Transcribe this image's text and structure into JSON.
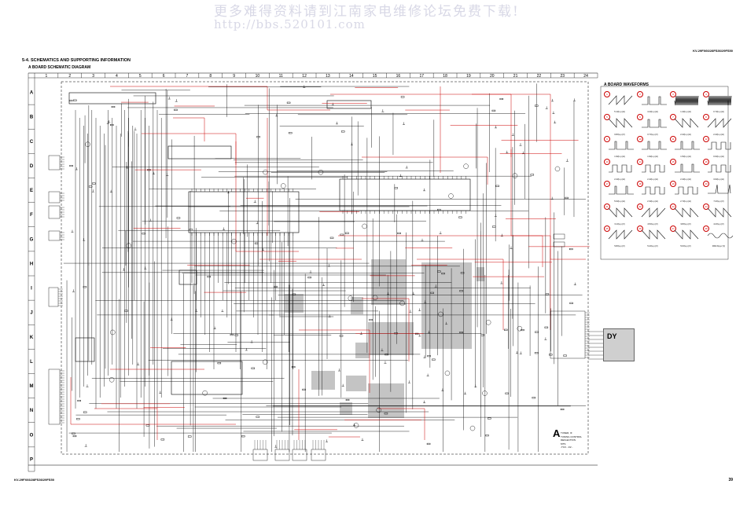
{
  "watermark": {
    "line1": "更多难得资料请到江南家电维修论坛免费下载!",
    "line2": "http://bbs.520101.com"
  },
  "header": {
    "model_top": "KV-29FX66/28FS36/29FS50",
    "section_title": "5-4.  SCHEMATICS AND SUPPORTING INFORMATION",
    "subtitle": "A BOARD SCHEMATIC DIAGRAM"
  },
  "grid": {
    "columns": [
      "1",
      "2",
      "3",
      "4",
      "5",
      "6",
      "7",
      "8",
      "9",
      "10",
      "11",
      "12",
      "13",
      "14",
      "15",
      "16",
      "17",
      "18",
      "19",
      "20",
      "21",
      "22",
      "23",
      "24"
    ],
    "rows": [
      "A",
      "B",
      "C",
      "D",
      "E",
      "F",
      "G",
      "H",
      "I",
      "J",
      "K",
      "L",
      "M",
      "N",
      "O",
      "P"
    ]
  },
  "waveforms": {
    "title": "A BOARD WAVEFORMS",
    "items": [
      {
        "num": "1",
        "caption": "5.1Vp-p (H)"
      },
      {
        "num": "2",
        "caption": "4.2Vp-p (H)"
      },
      {
        "num": "3",
        "caption": "1.4Vp-p (H)"
      },
      {
        "num": "4",
        "caption": "0.7Vp-p (H)"
      },
      {
        "num": "5",
        "caption": "0.8Vp-p (V)"
      },
      {
        "num": "6",
        "caption": "0.7Vp-p (V)"
      },
      {
        "num": "7",
        "caption": "2.2Vp-p (H)"
      },
      {
        "num": "8",
        "caption": "2.2Vp-p (H)"
      },
      {
        "num": "9",
        "caption": "1.9Vp-p (H)"
      },
      {
        "num": "10",
        "caption": "1.9Vp-p (H)"
      },
      {
        "num": "11",
        "caption": "1.5Vp-p (H)"
      },
      {
        "num": "12",
        "caption": "0.6Vp-p (H)"
      },
      {
        "num": "13",
        "caption": "2.2Vp-p (H)"
      },
      {
        "num": "14",
        "caption": "2.4Vp-p (H)"
      },
      {
        "num": "15",
        "caption": "2.4Vp-p (H)"
      },
      {
        "num": "16",
        "caption": "3.6Vp-p (H)"
      },
      {
        "num": "17",
        "caption": "5.0Vp-p (H)"
      },
      {
        "num": "18",
        "caption": "2.3Vp-p (H)"
      },
      {
        "num": "19",
        "caption": "2.7Vp-p (H)"
      },
      {
        "num": "20",
        "caption": "7.2Vp-p (V)"
      },
      {
        "num": "21",
        "caption": "3.1Vp-p (V)"
      },
      {
        "num": "22",
        "caption": "4.5Vp-p (V)"
      },
      {
        "num": "23",
        "caption": "3.8Vp-p (V)"
      },
      {
        "num": "24",
        "caption": "4.2Vp-p (V)"
      },
      {
        "num": "25",
        "caption": "5.8Vp-p (V)"
      },
      {
        "num": "26",
        "caption": "5.4Vp-p (V)"
      },
      {
        "num": "27",
        "caption": "5.0Vp-p (V)"
      },
      {
        "num": "28",
        "caption": "300mVp-p (V)"
      }
    ]
  },
  "board_info": {
    "letter": "A",
    "lines": [
      "TUNER, IF",
      "TUNING CONTROL",
      "DEFLECTION",
      "MTS",
      "-TC3 - 1/2 -"
    ]
  },
  "dy_label": "DY",
  "footer": {
    "model_bottom": "KV-29FX66/28FS36/29FS50",
    "page_number": "39"
  },
  "colors": {
    "trace_black": "#111111",
    "trace_red": "#cc0000",
    "shade": "#bdbdbd"
  }
}
